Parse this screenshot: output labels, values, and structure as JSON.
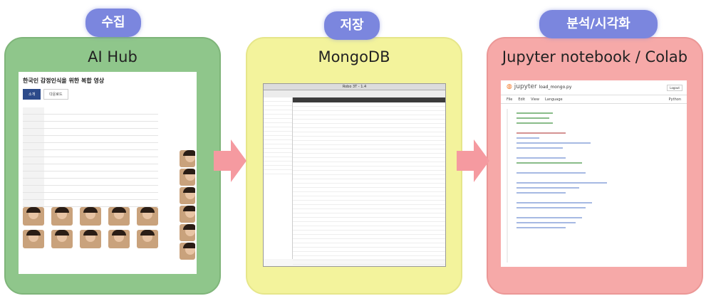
{
  "stages": [
    {
      "badge": "수집",
      "title": "AI Hub"
    },
    {
      "badge": "저장",
      "title": "MongoDB"
    },
    {
      "badge": "분석/시각화",
      "title": "Jupyter notebook / Colab"
    }
  ],
  "aihub": {
    "page_title": "한국인 감정인식을 위한 복합 영상",
    "tabs": [
      "소개",
      "다운로드"
    ]
  },
  "robo": {
    "window_title": "Robo 3T - 1.4"
  },
  "jupyter": {
    "logo": "jupyter",
    "notebook": "load_mongo.py",
    "menu": [
      "File",
      "Edit",
      "View",
      "Language"
    ],
    "logout": "Logout",
    "kernel": "Python"
  },
  "colors": {
    "green": "#8fc68b",
    "yellow": "#f3f39c",
    "pink": "#f6a9a8",
    "badge": "#7b86de",
    "arrow": "#f59aa0"
  }
}
